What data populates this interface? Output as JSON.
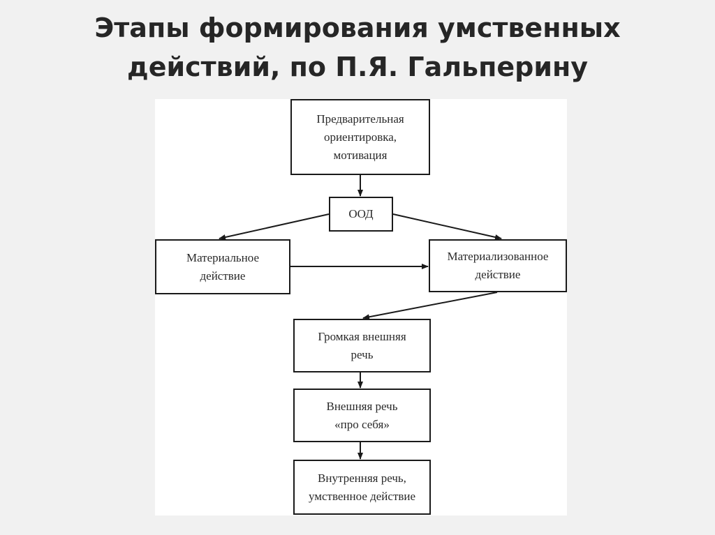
{
  "title": {
    "line1": "Этапы формирования умственных",
    "line2": "действий, по П.Я. Гальперину"
  },
  "nodes": {
    "orientation": [
      "Предварительная",
      "ориентировка,",
      "мотивация"
    ],
    "ood": [
      "ООД"
    ],
    "material": [
      "Материальное",
      "действие"
    ],
    "materialized": [
      "Материализованное",
      "действие"
    ],
    "loud_speech": [
      "Громкая внешняя",
      "речь"
    ],
    "external_speech": [
      "Внешняя речь",
      "«про себя»"
    ],
    "internal_speech": [
      "Внутренняя речь,",
      "умственное действие"
    ]
  },
  "colors": {
    "line": "#1a1a1a",
    "background": "#f1f1f1",
    "panel": "#ffffff"
  }
}
